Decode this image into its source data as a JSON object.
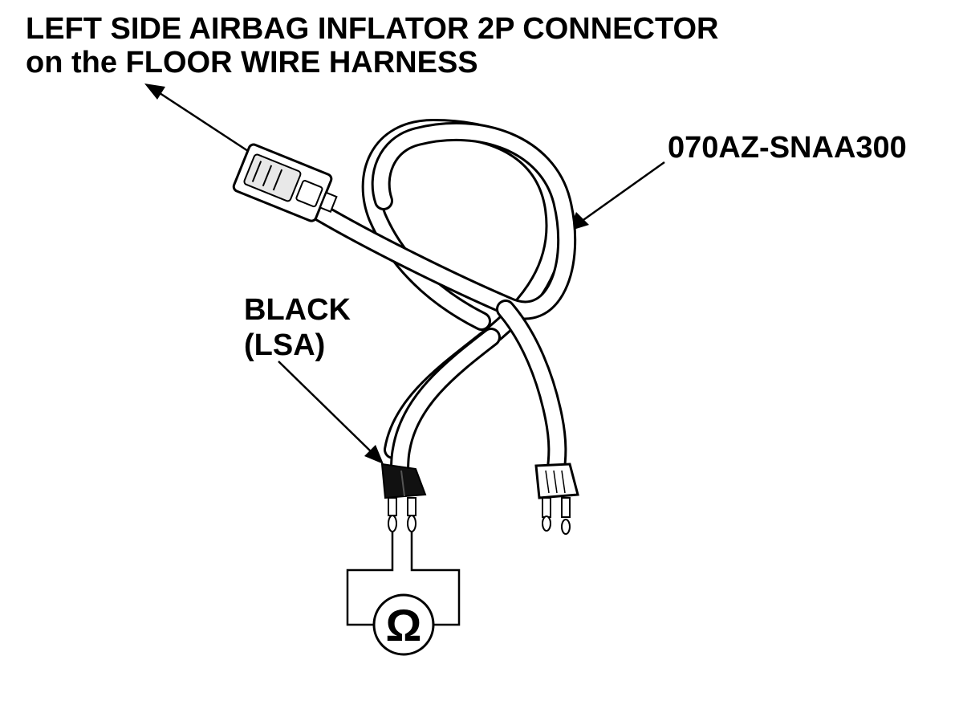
{
  "labels": {
    "connector_line1": "LEFT SIDE AIRBAG INFLATOR 2P CONNECTOR",
    "connector_line2": "on the FLOOR WIRE HARNESS",
    "part_number": "070AZ-SNAA300",
    "black_line1": "BLACK",
    "black_line2": "(LSA)",
    "ohm_symbol": "Ω"
  },
  "colors": {
    "ink": "#000000",
    "paper": "#ffffff",
    "plug_light": "#e8e8e8",
    "plug_dark": "#111111"
  },
  "icons": {
    "ohmmeter": "ohmmeter-icon",
    "connector": "connector-icon",
    "black_plug": "black-plug-icon",
    "white_plug": "white-plug-icon"
  }
}
